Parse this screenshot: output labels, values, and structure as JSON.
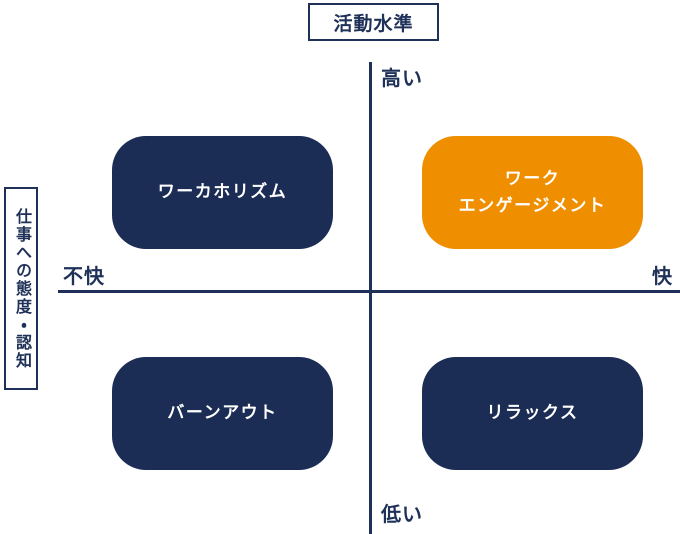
{
  "diagram": {
    "title": "活動水準",
    "side_label": "仕事への態度・認知",
    "axes": {
      "vertical_high": "高い",
      "vertical_low": "低い",
      "horizontal_left": "不快",
      "horizontal_right": "快"
    },
    "quadrants": [
      {
        "position": "top-left",
        "label": "ワーカホリズム",
        "lines": [
          "ワーカホリズム"
        ],
        "color": "#1b2c55",
        "highlighted": false
      },
      {
        "position": "top-right",
        "label": "ワークエンゲージメント",
        "lines": [
          "ワーク",
          "エンゲージメント"
        ],
        "color": "#ef8f00",
        "highlighted": true
      },
      {
        "position": "bottom-left",
        "label": "バーンアウト",
        "lines": [
          "バーンアウト"
        ],
        "color": "#1b2c55",
        "highlighted": false
      },
      {
        "position": "bottom-right",
        "label": "リラックス",
        "lines": [
          "リラックス"
        ],
        "color": "#1b2c55",
        "highlighted": false
      }
    ],
    "colors": {
      "navy": "#1b2c55",
      "orange": "#ef8f00",
      "line": "#1f3158",
      "text_on_card": "#ffffff",
      "background": "#ffffff"
    }
  }
}
